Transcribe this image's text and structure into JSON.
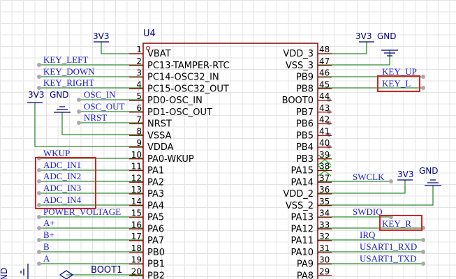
{
  "chip": {
    "designator": "U4",
    "left_pins": [
      {
        "num": "1",
        "name": "VBAT"
      },
      {
        "num": "2",
        "name": "PC13-TAMPER-RTC"
      },
      {
        "num": "3",
        "name": "PC14-OSC32_IN"
      },
      {
        "num": "4",
        "name": "PC15-OSC32_OUT"
      },
      {
        "num": "5",
        "name": "PD0-OSC_IN"
      },
      {
        "num": "6",
        "name": "PD1-OSC_OUT"
      },
      {
        "num": "7",
        "name": "NRST"
      },
      {
        "num": "8",
        "name": "VSSA"
      },
      {
        "num": "9",
        "name": "VDDA"
      },
      {
        "num": "10",
        "name": "PA0-WKUP"
      },
      {
        "num": "11",
        "name": "PA1"
      },
      {
        "num": "12",
        "name": "PA2"
      },
      {
        "num": "13",
        "name": "PA3"
      },
      {
        "num": "14",
        "name": "PA4"
      },
      {
        "num": "15",
        "name": "PA5"
      },
      {
        "num": "16",
        "name": "PA6"
      },
      {
        "num": "17",
        "name": "PA7"
      },
      {
        "num": "18",
        "name": "PB0"
      },
      {
        "num": "19",
        "name": "PB1"
      },
      {
        "num": "20",
        "name": "PB2"
      }
    ],
    "right_pins": [
      {
        "num": "48",
        "name": "VDD_3"
      },
      {
        "num": "47",
        "name": "VSS_3"
      },
      {
        "num": "46",
        "name": "PB9"
      },
      {
        "num": "45",
        "name": "PB8"
      },
      {
        "num": "44",
        "name": "BOOT0"
      },
      {
        "num": "43",
        "name": "PB7"
      },
      {
        "num": "42",
        "name": "PB6"
      },
      {
        "num": "41",
        "name": "PB5"
      },
      {
        "num": "40",
        "name": "PB4"
      },
      {
        "num": "39",
        "name": "PB3"
      },
      {
        "num": "38",
        "name": "PA15"
      },
      {
        "num": "37",
        "name": "PA14"
      },
      {
        "num": "36",
        "name": "VDD_2"
      },
      {
        "num": "35",
        "name": "VSS_2"
      },
      {
        "num": "34",
        "name": "PA13"
      },
      {
        "num": "33",
        "name": "PA12"
      },
      {
        "num": "32",
        "name": "PA11"
      },
      {
        "num": "31",
        "name": "PA10"
      },
      {
        "num": "30",
        "name": "PA9"
      },
      {
        "num": "29",
        "name": "PA8"
      }
    ]
  },
  "nets": {
    "key_left": "KEY_LEFT",
    "key_down": "KEY_DOWN",
    "key_right": "KEY_RIGHT",
    "osc_in": "OSC_IN",
    "osc_out": "OSC_OUT",
    "nrst": "NRST",
    "wkup": "WKUP",
    "adc_in1": "ADC_IN1",
    "adc_in2": "ADC_IN2",
    "adc_in3": "ADC_IN3",
    "adc_in4": "ADC_IN4",
    "power_voltage": "POWER_VOLTAGE",
    "a_plus": "A+",
    "b_plus": "B+",
    "b": "B",
    "a": "A",
    "boot1": "BOOT1",
    "key_up": "KEY_UP",
    "key_l": "KEY_L",
    "swclk": "SWCLK",
    "swdio": "SWDIO",
    "key_r": "KEY_R",
    "irq": "IRQ",
    "usart1_rxd": "USART1_RXD",
    "usart1_txd": "USART1_TXD"
  },
  "power": {
    "v3_top": "3V3",
    "v3_topright": "3V3",
    "gnd_topright": "GND",
    "v3_left": "3V3",
    "gnd_left": "GND",
    "v3_swd": "3V3",
    "gnd_swd": "GND",
    "gnd_partial": "ND"
  },
  "colors": {
    "wire": "#2e8b2e",
    "pin": "#8b0000",
    "body": "#8b0000",
    "net": "#1a1acd",
    "power": "#000080",
    "highlight": "#d42222",
    "noconnect": "#22bb22"
  }
}
